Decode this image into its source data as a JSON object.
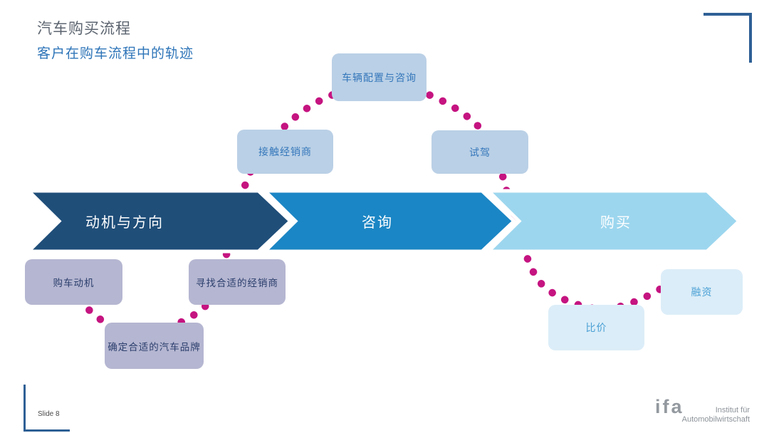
{
  "header": {
    "title": "汽车购买流程",
    "subtitle": "客户在购车流程中的轨迹"
  },
  "stages": [
    {
      "label": "动机与方向"
    },
    {
      "label": "咨询"
    },
    {
      "label": "购买"
    }
  ],
  "touchpoints": {
    "config": {
      "label": "车辆配置与咨询"
    },
    "contact_dealer": {
      "label": "接触经销商"
    },
    "test_drive": {
      "label": "试驾"
    },
    "purchase_motive": {
      "label": "购车动机"
    },
    "find_dealer": {
      "label": "寻找合适的经销商"
    },
    "confirm_brand": {
      "label": "确定合适的汽车品牌"
    },
    "compare_price": {
      "label": "比价"
    },
    "financing": {
      "label": "融资"
    }
  },
  "footer": {
    "slide_number": "Slide 8",
    "logo": "ifa",
    "logo_line1": "Institut für",
    "logo_line2": "Automobilwirtschaft"
  },
  "colors": {
    "stage_motivation": "#1f4e79",
    "stage_consult": "#1b86c5",
    "stage_purchase": "#9cd6ee",
    "journey_dot": "#c51480",
    "upper_box": "#bad0e6",
    "lavender_box": "#b5b6d1",
    "light_box": "#dbedf8",
    "accent_line": "#2e6095"
  }
}
